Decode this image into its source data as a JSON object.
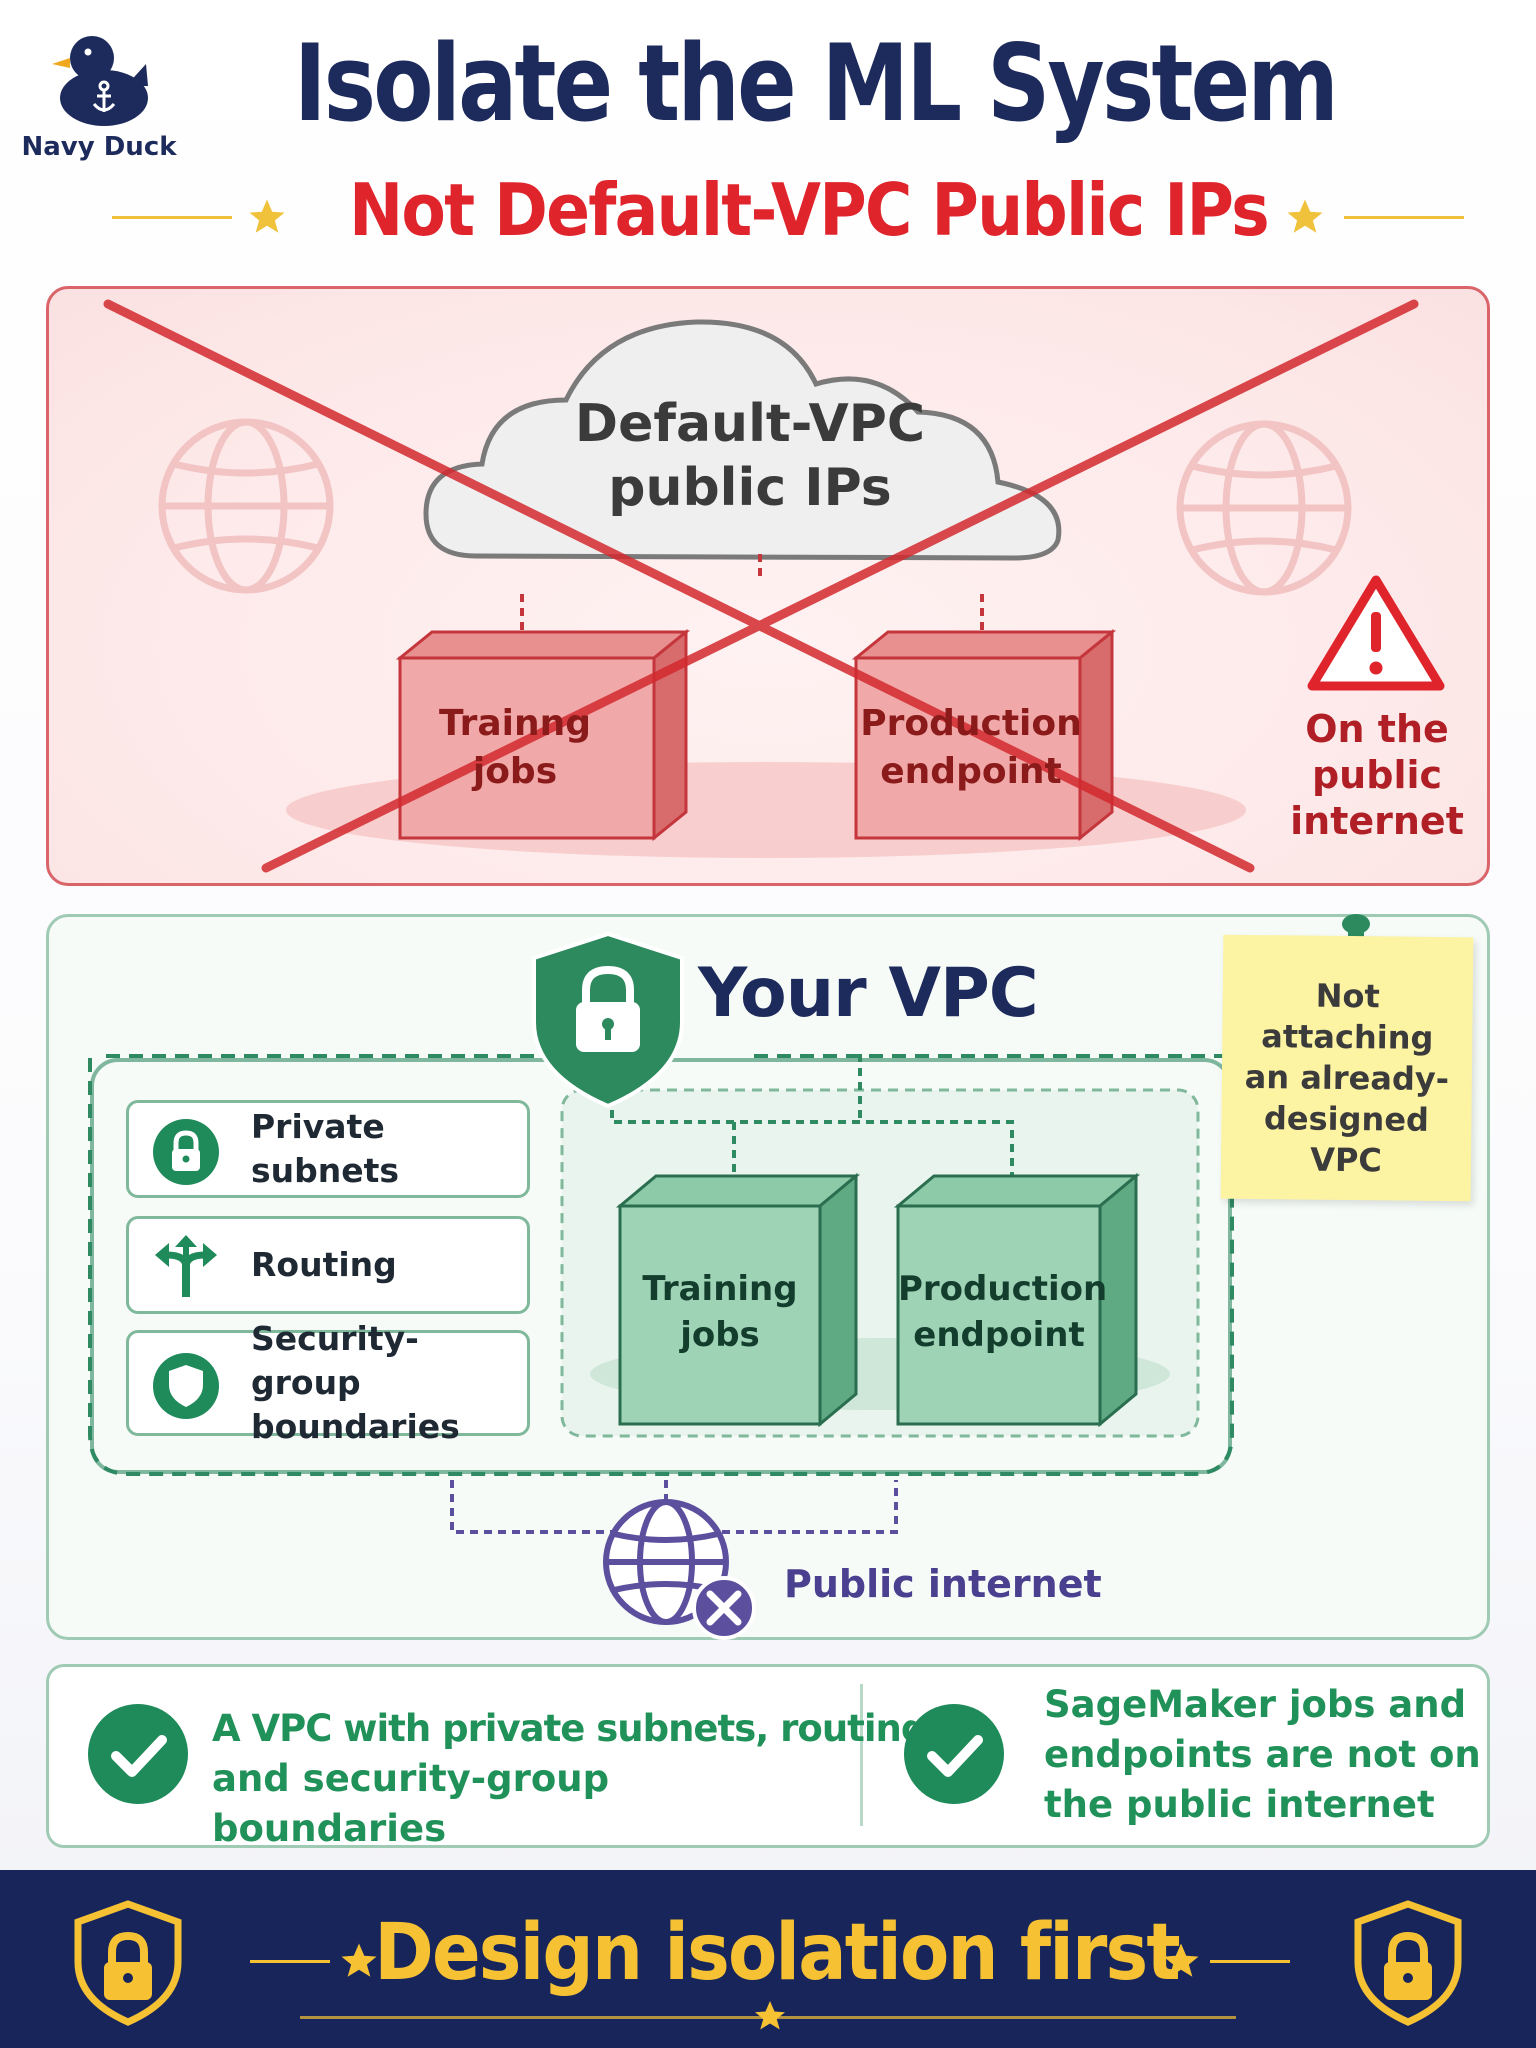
{
  "brand": {
    "name": "Navy Duck"
  },
  "header": {
    "title": "Isolate the ML System",
    "subtitle": "Not Default-VPC Public IPs"
  },
  "bad_panel": {
    "cloud_label_line1": "Default-VPC",
    "cloud_label_line2": "public IPs",
    "box1_line1": "Trainng",
    "box1_line2": "jobs",
    "box2_line1": "Production",
    "box2_line2": "endpoint",
    "warning_line1": "On the",
    "warning_line2": "public",
    "warning_line3": "internet"
  },
  "good_panel": {
    "title": "Your VPC",
    "features": [
      {
        "label": "Private subnets",
        "icon": "lock-icon"
      },
      {
        "label": "Routing",
        "icon": "routing-arrows-icon"
      },
      {
        "label_line1": "Security-group",
        "label_line2": "boundaries",
        "icon": "shield-icon"
      }
    ],
    "box1_line1": "Training",
    "box1_line2": "jobs",
    "box2_line1": "Production",
    "box2_line2": "endpoint",
    "note_line1": "Not",
    "note_line2": "attaching",
    "note_line3": "an already-",
    "note_line4": "designed",
    "note_line5": "VPC",
    "internet_label": "Public internet"
  },
  "summary": {
    "left_line1": "A VPC with private subnets, routing,",
    "left_line2": "and security-group boundaries",
    "right_line1": "SageMaker jobs and",
    "right_line2": "endpoints are not on",
    "right_line3": "the public internet"
  },
  "footer": {
    "text": "Design isolation first"
  },
  "colors": {
    "navy": "#1d2a5c",
    "red": "#e0242c",
    "green": "#1f8a5a",
    "gold": "#f6c233",
    "purple": "#5b4f9e"
  }
}
